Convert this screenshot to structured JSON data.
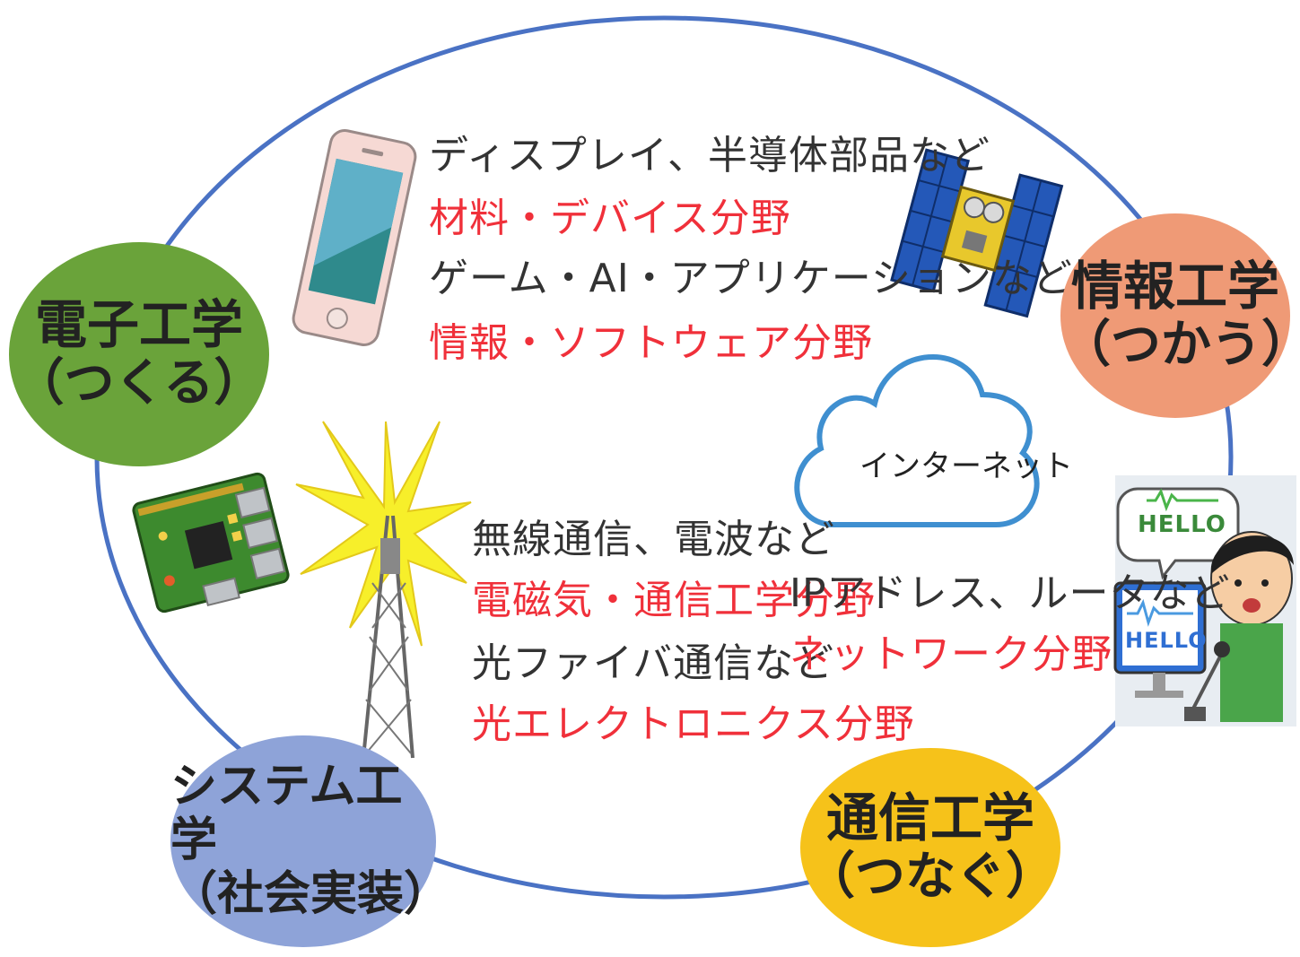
{
  "nodes": {
    "electronics": {
      "title": "電子工学",
      "subtitle": "（つくる）",
      "color": "#6aa33a"
    },
    "information": {
      "title": "情報工学",
      "subtitle": "（つかう）",
      "color": "#ef9a76"
    },
    "system": {
      "title": "システム工学",
      "subtitle": "（社会実装）",
      "color": "#8ea3d8"
    },
    "communication": {
      "title": "通信工学",
      "subtitle": "（つなぐ）",
      "color": "#f6c21a"
    }
  },
  "texts": {
    "display_parts": "ディスプレイ、半導体部品など",
    "materials_field": "材料・デバイス分野",
    "game_ai_apps": "ゲーム・AI・アプリケーションなど",
    "software_field": "情報・ソフトウェア分野",
    "wireless": "無線通信、電波など",
    "em_comm_field": "電磁気・通信工学分野",
    "optical_fiber": "光ファイバ通信など",
    "optoelectronics_field": "光エレクトロニクス分野",
    "ip_router": "IPアドレス、ルータなど",
    "network_field": "ネットワーク分野",
    "internet": "インターネット",
    "hello_bubble": "HELLO",
    "hello_screen": "HELLO"
  },
  "colors": {
    "ring": "#4a72c4",
    "red_text": "#f0303a",
    "cloud_stroke": "#3f8fd0",
    "lightning": "#f7ef2a"
  },
  "icons": [
    "smartphone-icon",
    "satellite-icon",
    "circuit-board-icon",
    "radio-tower-icon",
    "cloud-icon",
    "person-speaking-icon"
  ]
}
